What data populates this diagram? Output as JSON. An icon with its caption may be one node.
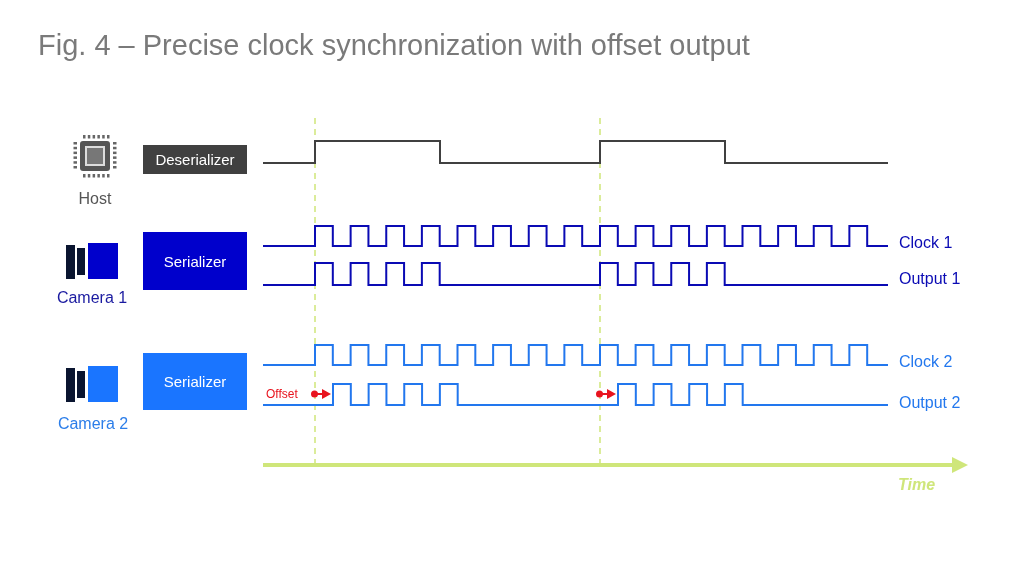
{
  "diagram": {
    "title": "Fig. 4 – Precise clock synchronization with offset output",
    "nodes": [
      {
        "text": [
          "Deserializer"
        ]
      },
      {
        "text": [
          "Serializer"
        ]
      },
      {
        "text": [
          "Serializer"
        ]
      }
    ],
    "labels": [
      "Host",
      "Clock 1",
      "Output 1",
      "Camera 1",
      "Clock 2",
      "Offset",
      "Output 2",
      "Camera 2",
      "Time"
    ]
  }
}
